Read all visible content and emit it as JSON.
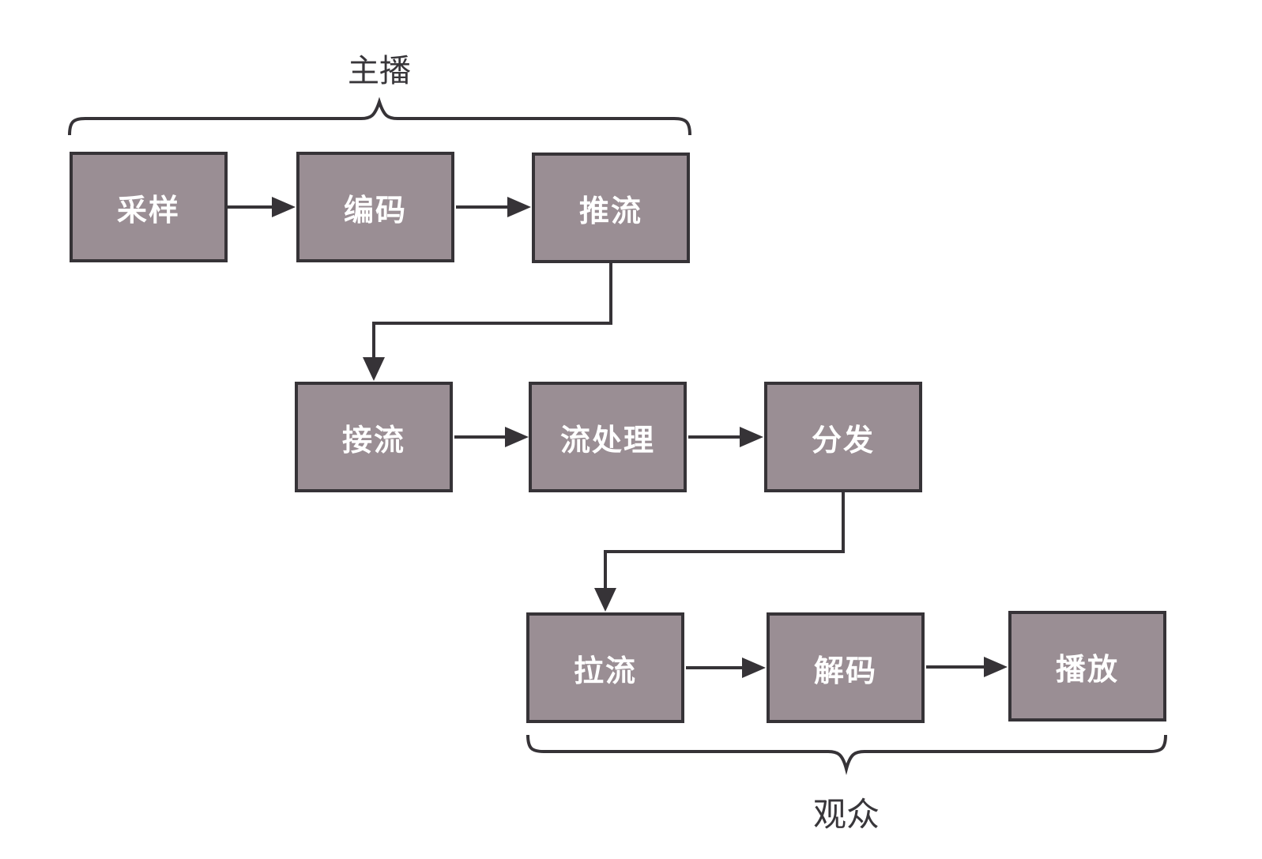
{
  "diagram": {
    "type": "flowchart",
    "background": "#ffffff",
    "nodes": [
      {
        "id": "sampling",
        "label": "采样",
        "row": 1
      },
      {
        "id": "encoding",
        "label": "编码",
        "row": 1
      },
      {
        "id": "push-stream",
        "label": "推流",
        "row": 1
      },
      {
        "id": "receive-stream",
        "label": "接流",
        "row": 2
      },
      {
        "id": "stream-processing",
        "label": "流处理",
        "row": 2
      },
      {
        "id": "distribution",
        "label": "分发",
        "row": 2
      },
      {
        "id": "pull-stream",
        "label": "拉流",
        "row": 3
      },
      {
        "id": "decoding",
        "label": "解码",
        "row": 3
      },
      {
        "id": "playback",
        "label": "播放",
        "row": 3
      }
    ],
    "edges": [
      {
        "from": "采样",
        "to": "编码",
        "style": "straight-arrow"
      },
      {
        "from": "编码",
        "to": "推流",
        "style": "straight-arrow"
      },
      {
        "from": "推流",
        "to": "接流",
        "style": "elbow-arrow"
      },
      {
        "from": "接流",
        "to": "流处理",
        "style": "straight-arrow"
      },
      {
        "from": "流处理",
        "to": "分发",
        "style": "straight-arrow"
      },
      {
        "from": "分发",
        "to": "拉流",
        "style": "elbow-arrow"
      },
      {
        "from": "拉流",
        "to": "解码",
        "style": "straight-arrow"
      },
      {
        "from": "解码",
        "to": "播放",
        "style": "straight-arrow"
      }
    ],
    "groups": [
      {
        "label": "主播",
        "members": [
          "采样",
          "编码",
          "推流"
        ],
        "brace_position": "above"
      },
      {
        "label": "观众",
        "members": [
          "拉流",
          "解码",
          "播放"
        ],
        "brace_position": "below"
      }
    ],
    "colors": {
      "node_fill": "#9a8e94",
      "node_border": "#363337",
      "node_text": "#ffffff",
      "connector": "#363337",
      "label_text": "#38363a",
      "background": "#ffffff"
    }
  }
}
